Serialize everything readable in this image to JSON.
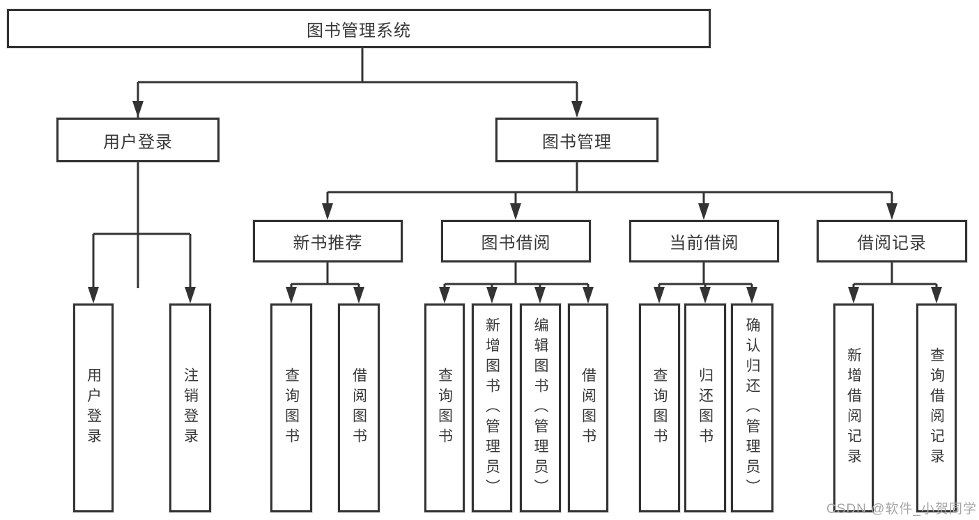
{
  "diagram": {
    "title_hint": "功能结构图",
    "root": {
      "label": "图书管理系统"
    },
    "level2": [
      {
        "label": "用户登录",
        "children": [
          {
            "label": "用户登录"
          },
          {
            "label": "注销登录"
          }
        ]
      },
      {
        "label": "图书管理",
        "children": [
          {
            "label": "新书推荐",
            "children": [
              {
                "label": "查询图书"
              },
              {
                "label": "借阅图书"
              }
            ]
          },
          {
            "label": "图书借阅",
            "children": [
              {
                "label": "查询图书"
              },
              {
                "label": "新增图书（管理员）"
              },
              {
                "label": "编辑图书（管理员）"
              },
              {
                "label": "借阅图书"
              }
            ]
          },
          {
            "label": "当前借阅",
            "children": [
              {
                "label": "查询图书"
              },
              {
                "label": "归还图书"
              },
              {
                "label": "确认归还（管理员）"
              }
            ]
          },
          {
            "label": "借阅记录",
            "children": [
              {
                "label": "新增借阅记录"
              },
              {
                "label": "查询借阅记录"
              }
            ]
          }
        ]
      }
    ]
  },
  "watermark": {
    "text": "CSDN @软件_小贺同学"
  },
  "colors": {
    "box_border": "#333333",
    "connector_line": "#333333",
    "text": "#383838",
    "watermark": "#a6a6a6",
    "background": "#ffffff"
  }
}
